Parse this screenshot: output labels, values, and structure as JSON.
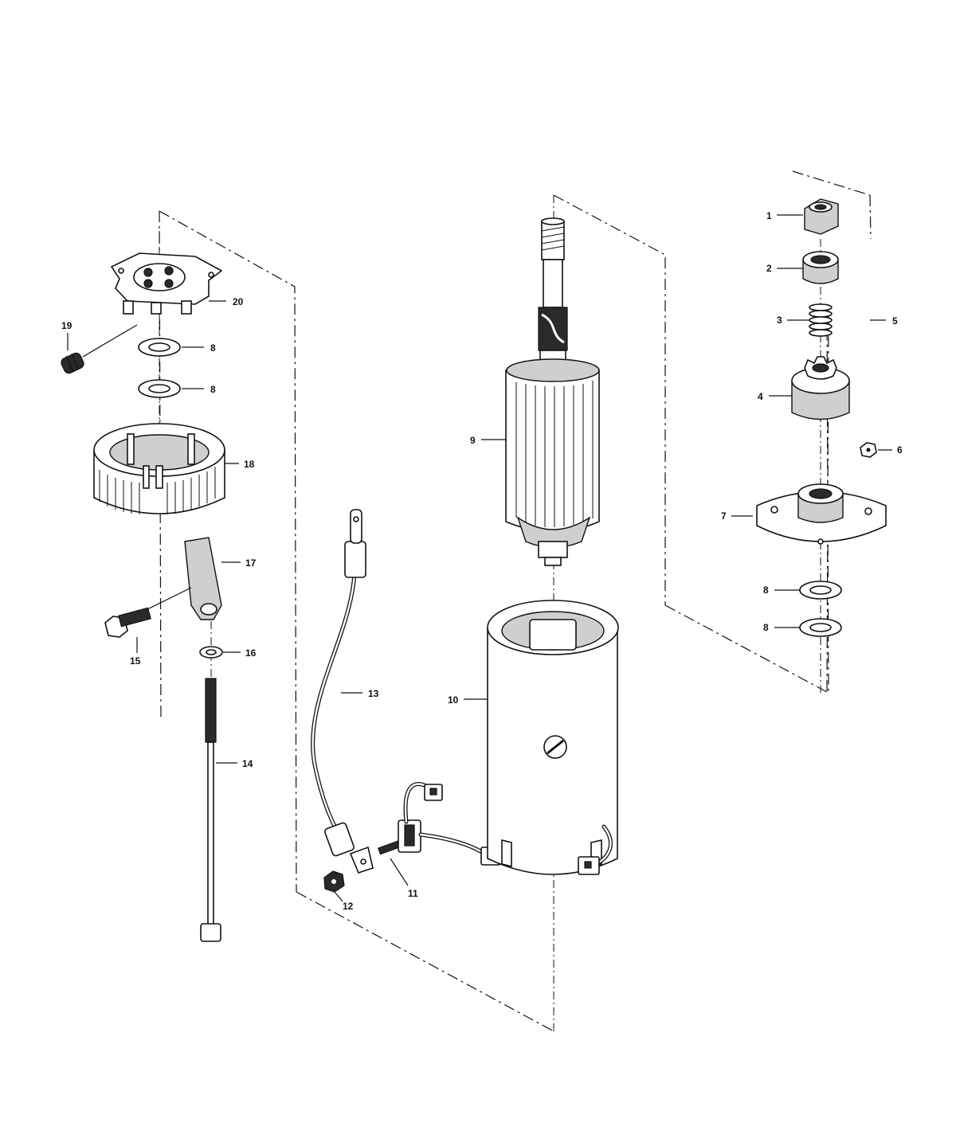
{
  "callouts": [
    {
      "id": "1",
      "label": "1"
    },
    {
      "id": "2",
      "label": "2"
    },
    {
      "id": "3",
      "label": "3"
    },
    {
      "id": "4",
      "label": "4"
    },
    {
      "id": "5",
      "label": "5"
    },
    {
      "id": "6",
      "label": "6"
    },
    {
      "id": "7",
      "label": "7"
    },
    {
      "id": "8a",
      "label": "8"
    },
    {
      "id": "8b",
      "label": "8"
    },
    {
      "id": "8c",
      "label": "8"
    },
    {
      "id": "8d",
      "label": "8"
    },
    {
      "id": "9",
      "label": "9"
    },
    {
      "id": "10",
      "label": "10"
    },
    {
      "id": "11",
      "label": "11"
    },
    {
      "id": "12",
      "label": "12"
    },
    {
      "id": "13",
      "label": "13"
    },
    {
      "id": "14",
      "label": "14"
    },
    {
      "id": "15",
      "label": "15"
    },
    {
      "id": "16",
      "label": "16"
    },
    {
      "id": "17",
      "label": "17"
    },
    {
      "id": "18",
      "label": "18"
    },
    {
      "id": "19",
      "label": "19"
    },
    {
      "id": "20",
      "label": "20"
    }
  ]
}
